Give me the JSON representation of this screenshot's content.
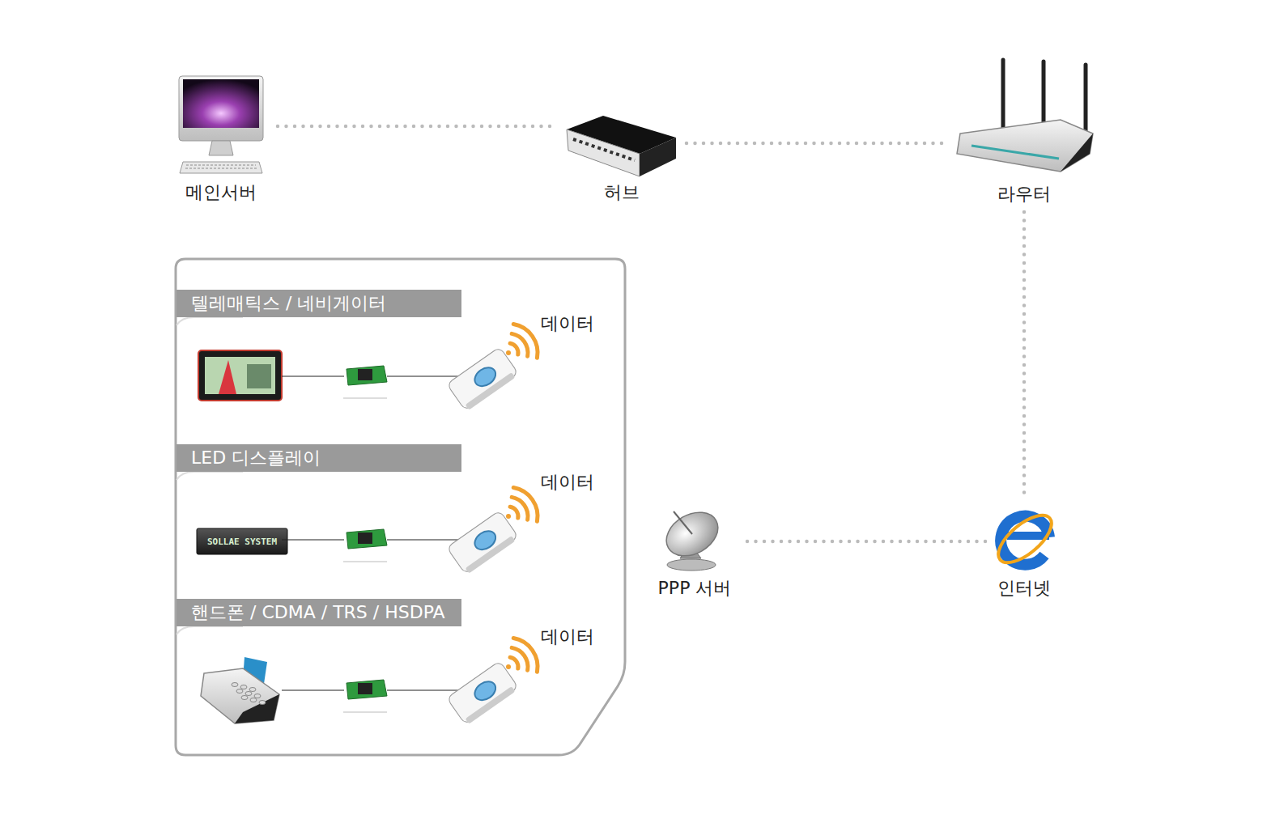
{
  "diagram": {
    "nodes": [
      {
        "text": [
          "메인서버"
        ]
      },
      {
        "text": [
          "허브"
        ]
      },
      {
        "text": [
          "라우터"
        ]
      },
      {
        "text": [
          "인터넷"
        ]
      },
      {
        "text": [
          "PPP 서버"
        ]
      },
      {
        "text": [
          "텔레매틱스 / 네비게이터"
        ]
      },
      {
        "text": [
          "LED 디스플레이"
        ]
      },
      {
        "text": [
          "핸드폰 / CDMA / TRS / HSDPA"
        ]
      }
    ],
    "edges": [
      {
        "from": 0,
        "to": 1,
        "arrow": "none"
      },
      {
        "from": 1,
        "to": 2,
        "arrow": "none"
      },
      {
        "from": 2,
        "to": 3,
        "arrow": "none"
      },
      {
        "from": 3,
        "to": 4,
        "arrow": "none"
      }
    ],
    "labels": [
      "데이터",
      "데이터",
      "데이터",
      "SOLLAE SYSTEM"
    ]
  }
}
